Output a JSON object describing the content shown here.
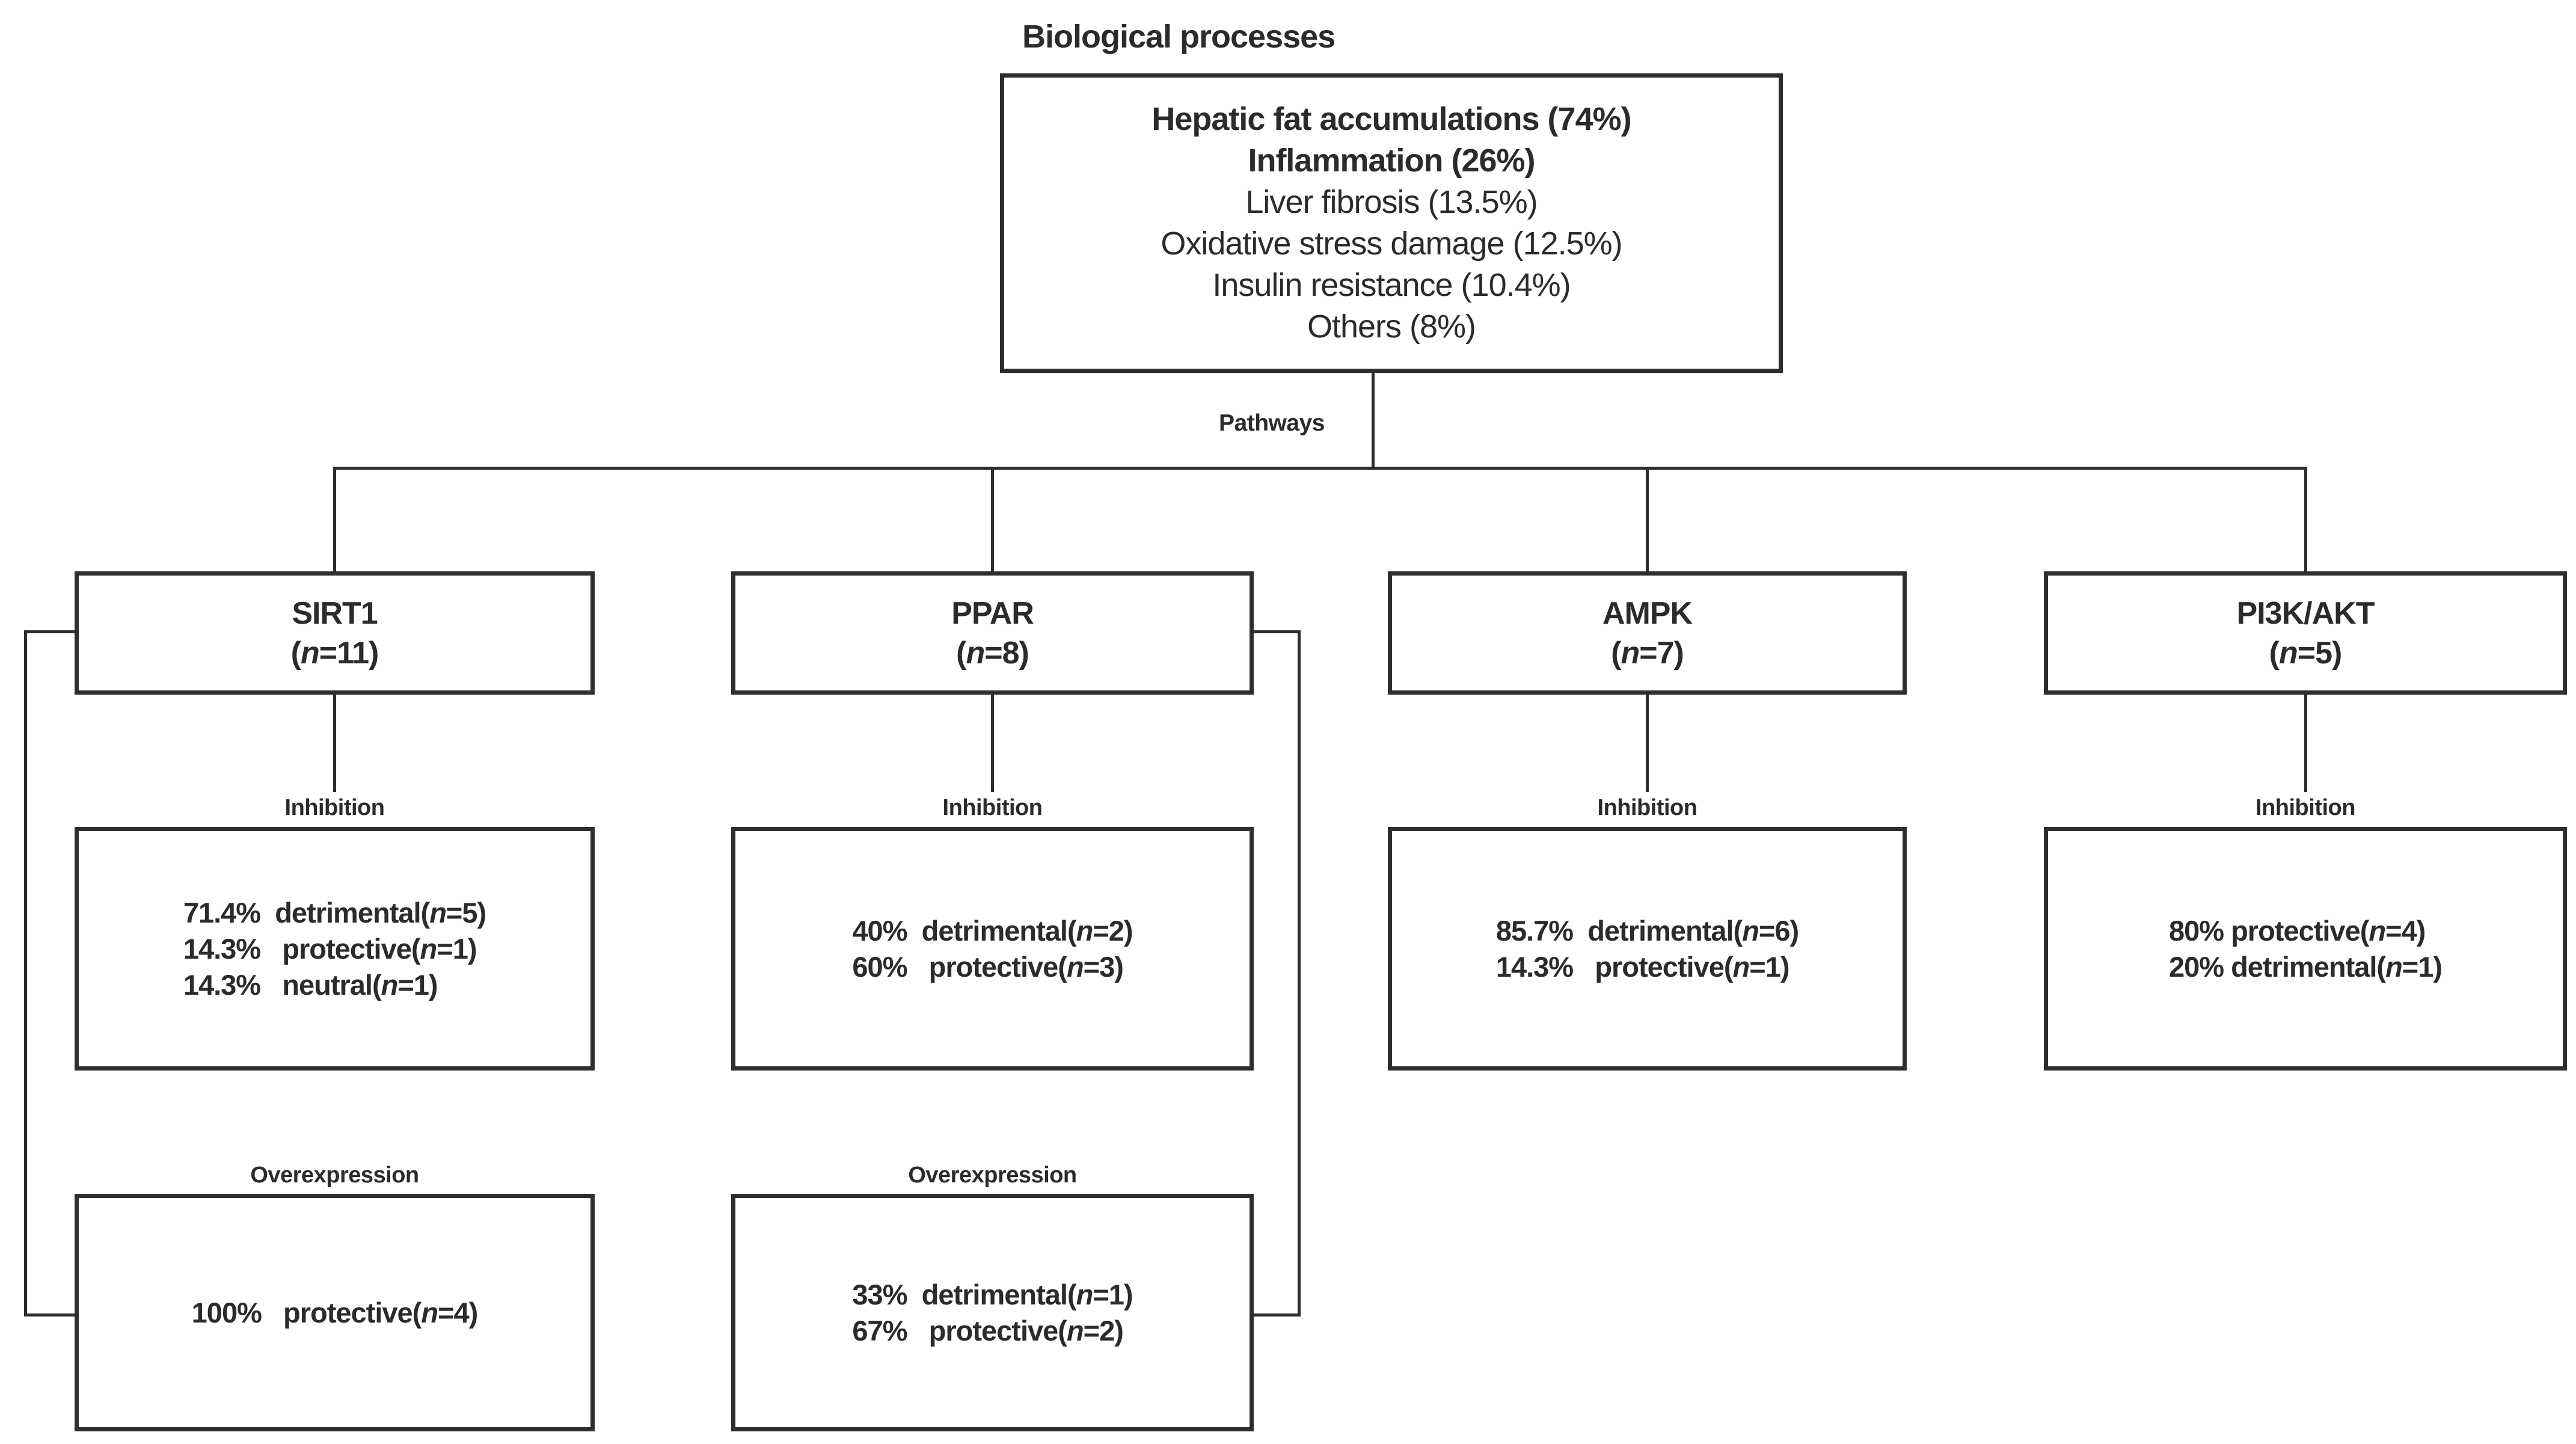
{
  "colors": {
    "ink": "#2b2b2b",
    "line": "#2e2e2e",
    "background": "#ffffff"
  },
  "header": {
    "title": "Biological processes",
    "pathways_label": "Pathways"
  },
  "biological_processes": {
    "lines": [
      "Hepatic fat accumulations (74%)",
      "Inflammation (26%)",
      "Liver fibrosis (13.5%)",
      "Oxidative stress damage (12.5%)",
      "Insulin resistance (10.4%)",
      "Others (8%)"
    ]
  },
  "pathways": [
    {
      "name": "SIRT1",
      "n": "(n=11)",
      "inhibition_label": "Inhibition",
      "inhibition_results": [
        "71.4%  detrimental(n=5)",
        "14.3%   protective(n=1)",
        "14.3%   neutral(n=1)"
      ],
      "overexpression_label": "Overexpression",
      "overexpression_results": [
        "100%   protective(n=4)"
      ]
    },
    {
      "name": "PPAR",
      "n": "(n=8)",
      "inhibition_label": "Inhibition",
      "inhibition_results": [
        "40%  detrimental(n=2)",
        "60%   protective(n=3)"
      ],
      "overexpression_label": "Overexpression",
      "overexpression_results": [
        "33%  detrimental(n=1)",
        "67%   protective(n=2)"
      ]
    },
    {
      "name": "AMPK",
      "n": "(n=7)",
      "inhibition_label": "Inhibition",
      "inhibition_results": [
        "85.7%  detrimental(n=6)",
        "14.3%   protective(n=1)"
      ]
    },
    {
      "name": "PI3K/AKT",
      "n": "(n=5)",
      "inhibition_label": "Inhibition",
      "inhibition_results": [
        "80% protective(n=4)",
        "20% detrimental(n=1)"
      ]
    }
  ]
}
